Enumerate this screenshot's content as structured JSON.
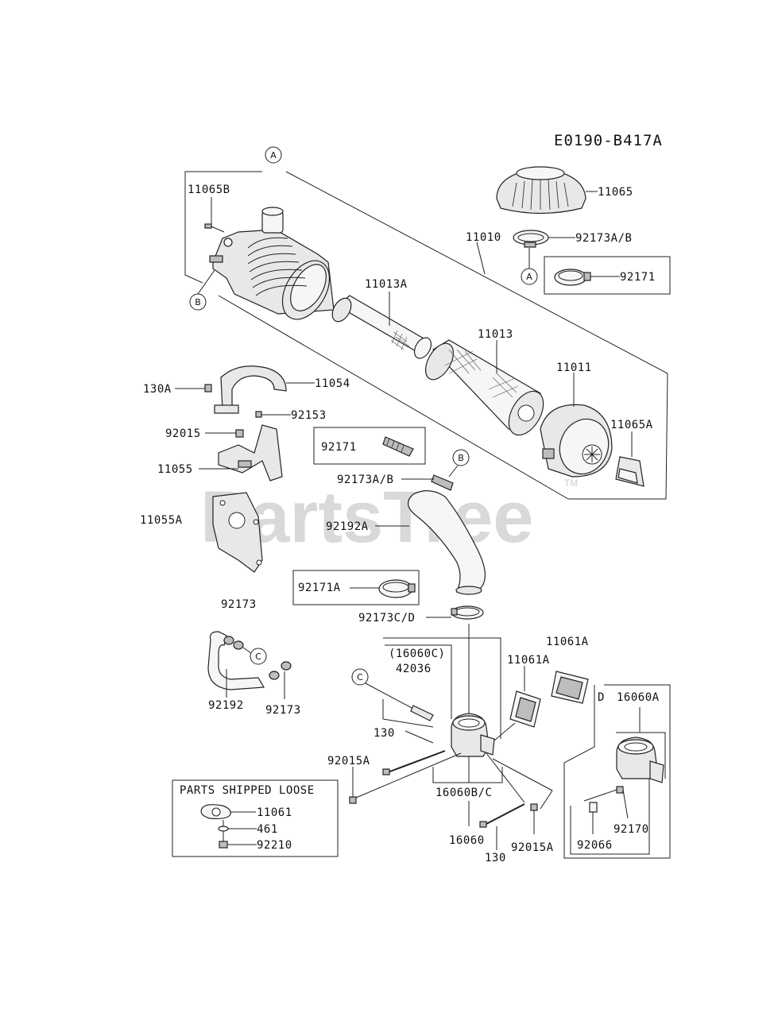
{
  "diagram": {
    "code": "E0190-B417A",
    "watermark": "PartsTree",
    "watermark_tm": "TM",
    "refs": {
      "a1": "A",
      "a2": "A",
      "b1": "B",
      "b2": "B",
      "c1": "C",
      "c2": "C"
    },
    "d_label": "D",
    "loose_title": "PARTS SHIPPED LOOSE",
    "labels": {
      "p11065B": "11065B",
      "p11065": "11065",
      "p92173AB_top": "92173A/B",
      "p11010": "11010",
      "p92171_box": "92171",
      "p11013A": "11013A",
      "p11013": "11013",
      "p11011": "11011",
      "p11065A": "11065A",
      "p130A": "130A",
      "p11054": "11054",
      "p92153": "92153",
      "p92015": "92015",
      "p11055": "11055",
      "p11055A": "11055A",
      "p92171_mid": "92171",
      "p92173AB_mid": "92173A/B",
      "p92192A": "92192A",
      "p92171A": "92171A",
      "p92173": "92173",
      "p92173CD": "92173C/D",
      "p11061A_top": "11061A",
      "p11061A_mid": "11061A",
      "p16060C": "(16060C)",
      "p42036": "42036",
      "p16060A": "16060A",
      "p92192": "92192",
      "p92173_b": "92173",
      "p130_l": "130",
      "p92015A_l": "92015A",
      "p16060BC": "16060B/C",
      "p16060": "16060",
      "p130_b": "130",
      "p92015A_r": "92015A",
      "p92170": "92170",
      "p92066": "92066",
      "p11061": "11061",
      "p461": "461",
      "p92210": "92210"
    }
  }
}
